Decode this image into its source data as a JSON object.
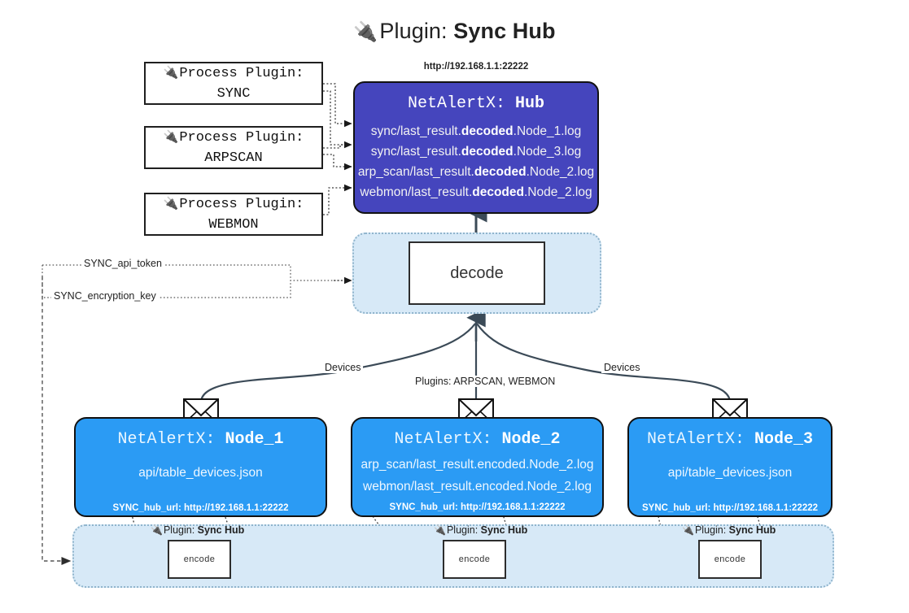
{
  "title": {
    "plug_icon": "plug-icon",
    "prefix": "Plugin:",
    "name": "Sync Hub"
  },
  "process_plugins": [
    {
      "line1": "Process Plugin:",
      "line2": "SYNC",
      "plug_icon": "plug-icon"
    },
    {
      "line1": "Process Plugin:",
      "line2": "ARPSCAN",
      "plug_icon": "plug-icon"
    },
    {
      "line1": "Process Plugin:",
      "line2": "WEBMON",
      "plug_icon": "plug-icon"
    }
  ],
  "hub": {
    "url": "http://192.168.1.1:22222",
    "title_prefix": "NetAlertX:",
    "title_name": "Hub",
    "rows": [
      {
        "pre": "sync/last_result.",
        "em": "decoded",
        "post": ".Node_1.log"
      },
      {
        "pre": "sync/last_result.",
        "em": "decoded",
        "post": ".Node_3.log"
      },
      {
        "pre": "arp_scan/last_result.",
        "em": "decoded",
        "post": ".Node_2.log"
      },
      {
        "pre": "webmon/last_result.",
        "em": "decoded",
        "post": ".Node_2.log"
      }
    ]
  },
  "decode": {
    "label": "decode"
  },
  "secrets": [
    {
      "label": "SYNC_api_token"
    },
    {
      "label": "SYNC_encryption_key"
    }
  ],
  "edge_labels": {
    "devices_left": "Devices",
    "devices_right": "Devices",
    "plugins_center": "Plugins: ARPSCAN, WEBMON"
  },
  "nodes": [
    {
      "title_prefix": "NetAlertX:",
      "title_name": "Node_1",
      "rows": [
        "api/table_devices.json"
      ],
      "hub_url_label": "SYNC_hub_url: http://192.168.1.1:22222",
      "envelope_icon": "envelope-icon"
    },
    {
      "title_prefix": "NetAlertX:",
      "title_name": "Node_2",
      "rows": [
        "arp_scan/last_result.encoded.Node_2.log",
        "webmon/last_result.encoded.Node_2.log"
      ],
      "hub_url_label": "SYNC_hub_url: http://192.168.1.1:22222",
      "envelope_icon": "envelope-icon"
    },
    {
      "title_prefix": "NetAlertX:",
      "title_name": "Node_3",
      "rows": [
        "api/table_devices.json"
      ],
      "hub_url_label": "SYNC_hub_url: http://192.168.1.1:22222",
      "envelope_icon": "envelope-icon"
    }
  ],
  "encoders": [
    {
      "plugin_label_prefix": "Plugin:",
      "plugin_label_name": "Sync Hub",
      "box_label": "encode",
      "plug_icon": "plug-icon"
    },
    {
      "plugin_label_prefix": "Plugin:",
      "plugin_label_name": "Sync Hub",
      "box_label": "encode",
      "plug_icon": "plug-icon"
    },
    {
      "plugin_label_prefix": "Plugin:",
      "plugin_label_name": "Sync Hub",
      "box_label": "encode",
      "plug_icon": "plug-icon"
    }
  ],
  "colors": {
    "hub_fill": "#4545bd",
    "node_fill": "#2b9bf4",
    "container_fill": "#d7e9f7",
    "container_border": "#8fb4cc",
    "stroke": "#1f1f1f"
  }
}
